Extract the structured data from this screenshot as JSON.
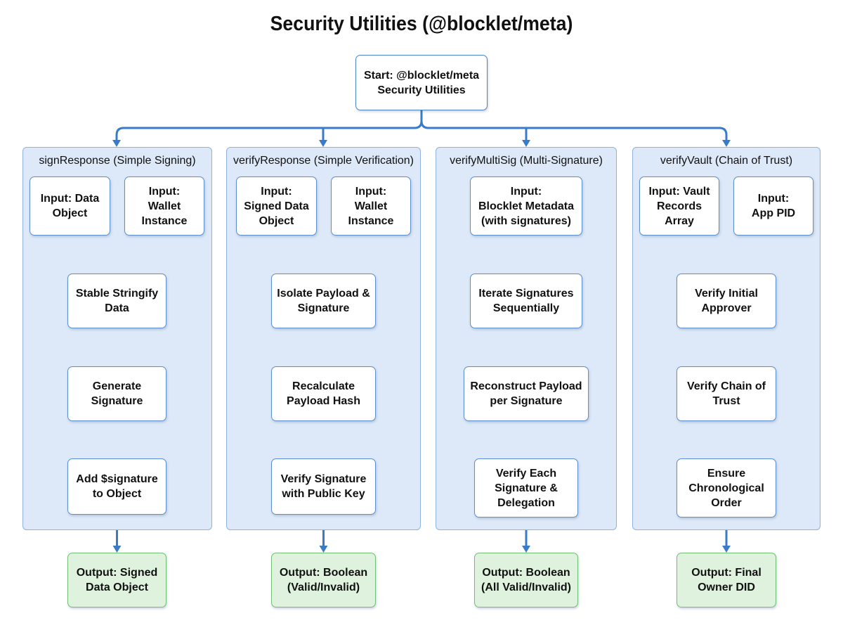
{
  "title": "Security Utilities (@blocklet/meta)",
  "start": {
    "label": "Start: @blocklet/meta\nSecurity Utilities"
  },
  "colors": {
    "panel_fill": "#dde9f8",
    "panel_border": "#8fb3dd",
    "node_border": "#5b8fce",
    "arrow": "#3a7bc8",
    "output_fill": "#dff2dd",
    "output_border": "#73bd75"
  },
  "panels": [
    {
      "title": "signResponse (Simple Signing)",
      "inputs": [
        "Input: Data\nObject",
        "Input:\nWallet\nInstance"
      ],
      "steps": [
        "Stable Stringify\nData",
        "Generate\nSignature",
        "Add $signature\nto Object"
      ],
      "output": "Output: Signed\nData Object"
    },
    {
      "title": "verifyResponse (Simple Verification)",
      "inputs": [
        "Input:\nSigned Data\nObject",
        "Input:\nWallet\nInstance"
      ],
      "steps": [
        "Isolate Payload &\nSignature",
        "Recalculate\nPayload Hash",
        "Verify Signature\nwith Public Key"
      ],
      "output": "Output: Boolean\n(Valid/Invalid)"
    },
    {
      "title": "verifyMultiSig (Multi-Signature)",
      "inputs": [
        "Input:\nBlocklet Metadata\n(with signatures)"
      ],
      "steps": [
        "Iterate Signatures\nSequentially",
        "Reconstruct Payload\nper Signature",
        "Verify Each\nSignature &\nDelegation"
      ],
      "output": "Output: Boolean\n(All Valid/Invalid)"
    },
    {
      "title": "verifyVault (Chain of Trust)",
      "inputs": [
        "Input: Vault\nRecords\nArray",
        "Input:\nApp PID"
      ],
      "steps": [
        "Verify Initial\nApprover",
        "Verify Chain of\nTrust",
        "Ensure\nChronological\nOrder"
      ],
      "output": "Output: Final\nOwner DID"
    }
  ]
}
